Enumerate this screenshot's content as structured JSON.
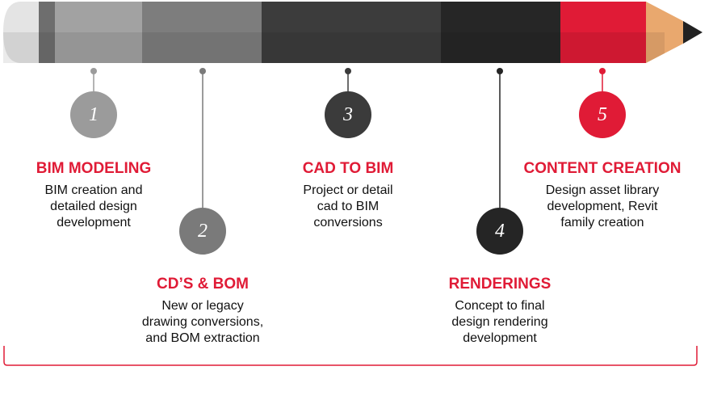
{
  "colors": {
    "eraser": "#e4e4e4",
    "ferrule": "#6e6e6e",
    "accent_red": "#e01b36",
    "wood": "#e9a86e",
    "lead": "#222222"
  },
  "steps": [
    {
      "number": "1",
      "title": "BIM MODELING",
      "description": "BIM creation and\ndetailed design\ndevelopment",
      "color": "#9b9b9b"
    },
    {
      "number": "2",
      "title": "CD’S & BOM",
      "description": "New or legacy\ndrawing conversions,\nand BOM extraction",
      "color": "#7a7a7a"
    },
    {
      "number": "3",
      "title": "CAD TO BIM",
      "description": "Project or detail\ncad to BIM\nconversions",
      "color": "#3b3b3b"
    },
    {
      "number": "4",
      "title": "RENDERINGS",
      "description": "Concept to final\ndesign rendering\ndevelopment",
      "color": "#252525"
    },
    {
      "number": "5",
      "title": "CONTENT CREATION",
      "description": "Design asset library\ndevelopment, Revit\nfamily creation",
      "color": "#e01b36"
    }
  ]
}
